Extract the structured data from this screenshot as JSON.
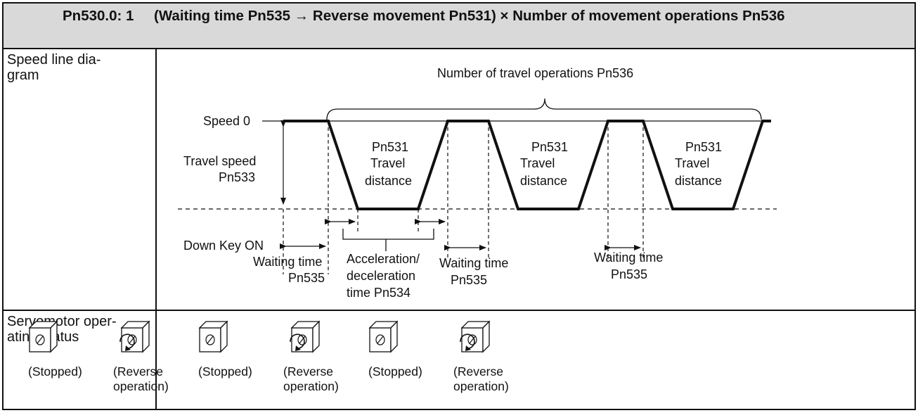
{
  "header": {
    "lead": "Pn530.0: 1",
    "body": "(Waiting time Pn535 → Reverse movement Pn531) × Number of movement operations Pn536"
  },
  "rows": [
    {
      "label": "Speed line dia-\ngram"
    },
    {
      "label": "Servomotor oper-\nating status"
    }
  ],
  "diagram": {
    "top_label": "Number of travel operations Pn536",
    "speed0": "Speed 0",
    "travel_speed": [
      "Travel speed",
      "Pn533"
    ],
    "travel_block": [
      "Pn531",
      "Travel",
      "distance"
    ],
    "down_key": "Down Key ON",
    "waiting1": [
      "Waiting time",
      "Pn535"
    ],
    "accel": [
      "Acceleration/",
      "deceleration",
      "time Pn534"
    ],
    "waiting2": [
      "Waiting time",
      "Pn535"
    ],
    "waiting3": [
      "Waiting time",
      "Pn535"
    ]
  },
  "status": [
    {
      "label": "(Stopped)",
      "icon": "motor-stopped-icon"
    },
    {
      "label": "(Reverse operation)",
      "icon": "motor-reverse-icon"
    },
    {
      "label": "(Stopped)",
      "icon": "motor-stopped-icon"
    },
    {
      "label": "(Reverse operation)",
      "icon": "motor-reverse-icon"
    },
    {
      "label": "(Stopped)",
      "icon": "motor-stopped-icon"
    },
    {
      "label": "(Reverse operation)",
      "icon": "motor-reverse-icon"
    }
  ]
}
